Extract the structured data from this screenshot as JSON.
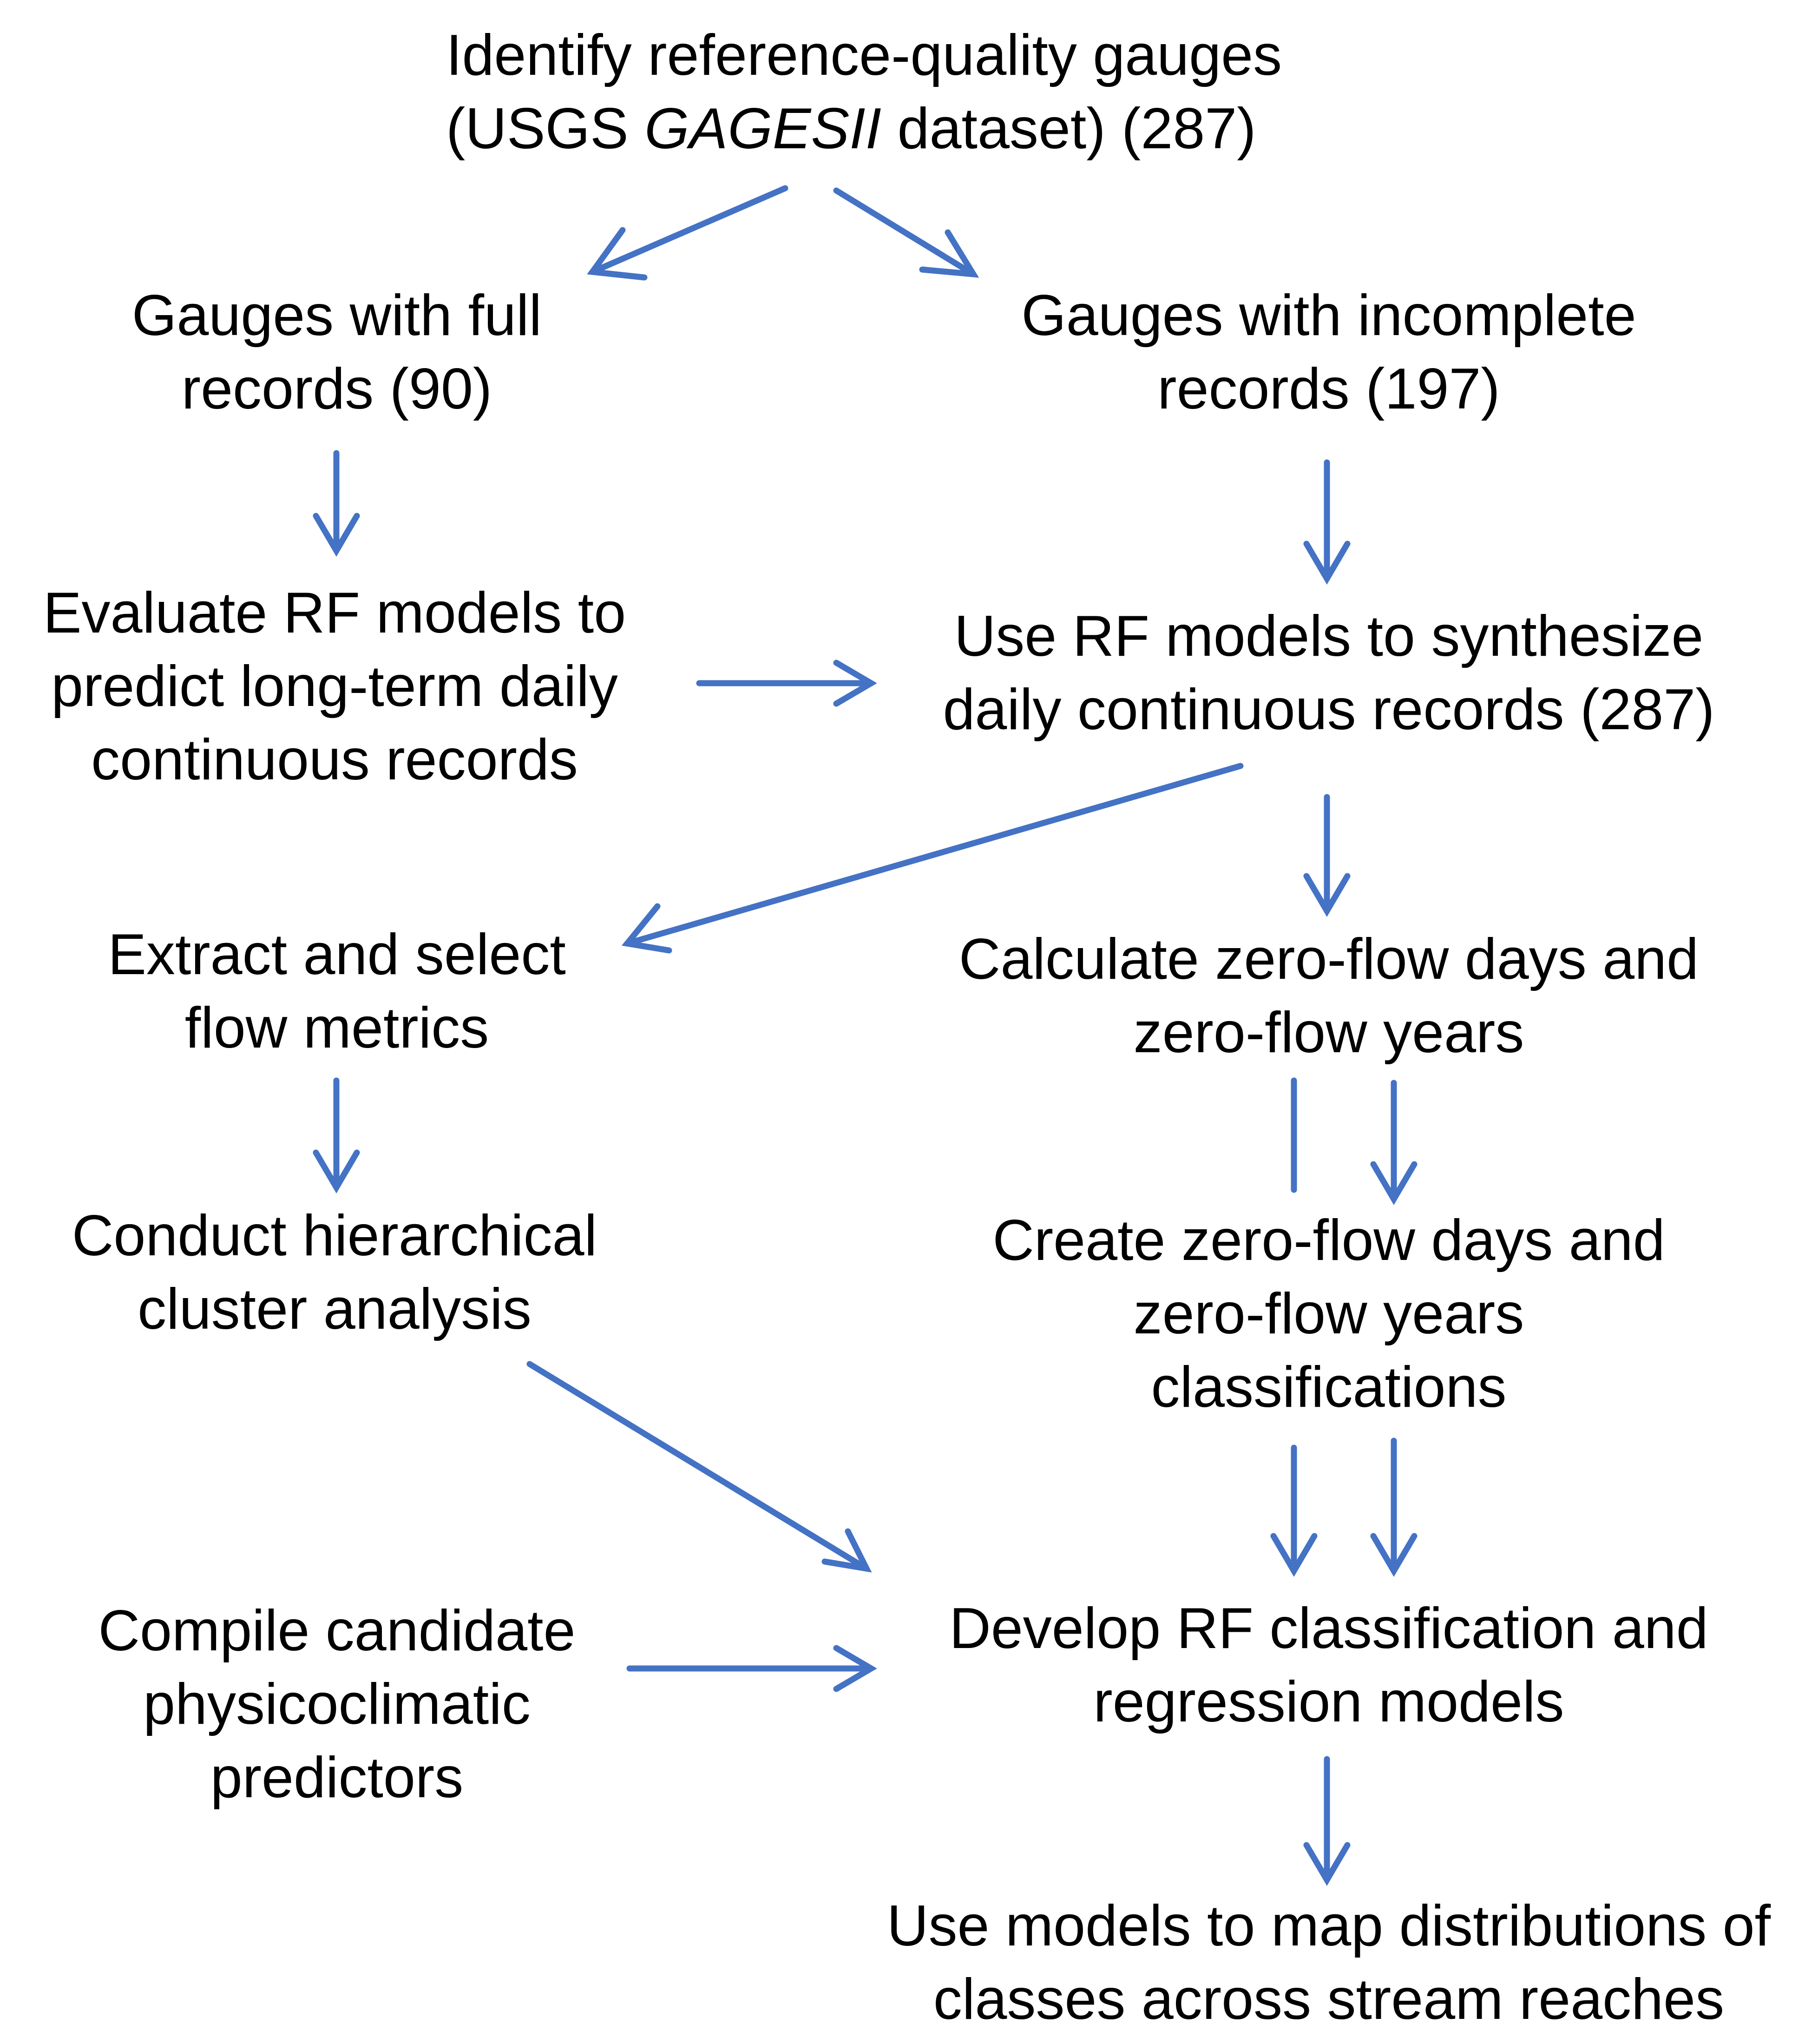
{
  "colors": {
    "arrow": "#4472C4",
    "text": "#000000",
    "background": "#ffffff"
  },
  "nodes": {
    "identify": {
      "line1": "Identify reference-quality gauges",
      "line2_pre": "(USGS ",
      "line2_italic": "GAGESII",
      "line2_post": " dataset) (287)"
    },
    "full_records": {
      "line1": "Gauges with full",
      "line2": "records (90)"
    },
    "incomplete_records": {
      "line1": "Gauges with incomplete",
      "line2": "records (197)"
    },
    "evaluate_rf": {
      "line1": "Evaluate RF models to",
      "line2": "predict long-term daily",
      "line3": "continuous records"
    },
    "synthesize": {
      "line1": "Use RF models to synthesize",
      "line2": "daily continuous records (287)"
    },
    "extract_metrics": {
      "line1": "Extract and select",
      "line2": "flow metrics"
    },
    "calculate_zero_flow": {
      "line1": "Calculate zero-flow days and",
      "line2": "zero-flow years"
    },
    "cluster_analysis": {
      "line1": "Conduct hierarchical",
      "line2": "cluster analysis"
    },
    "create_classifications": {
      "line1": "Create zero-flow days and",
      "line2": "zero-flow years",
      "line3": "classifications"
    },
    "compile_predictors": {
      "line1": "Compile candidate",
      "line2": "physicoclimatic",
      "line3": "predictors"
    },
    "develop_models": {
      "line1": "Develop RF classification and",
      "line2": "regression models"
    },
    "map_distributions": {
      "line1": "Use models to map distributions of",
      "line2": "classes across stream reaches"
    }
  }
}
